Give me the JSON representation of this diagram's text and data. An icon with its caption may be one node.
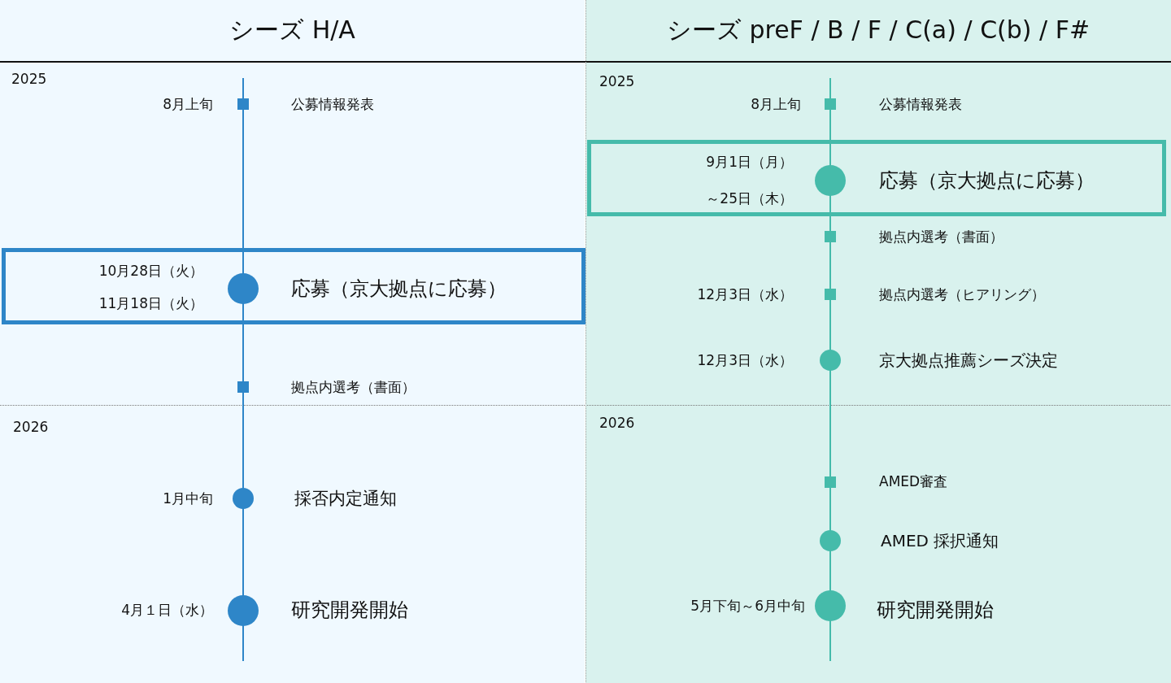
{
  "diagram": {
    "nodes": [
      {
        "text": [
          "シーズ H/A"
        ]
      },
      {
        "text": [
          "シーズ preF / B / F / C(a) / C(b) / F#"
        ]
      },
      {
        "text": [
          "10月28日（火）",
          "11月18日（火）",
          "応募（京大拠点に応募）"
        ],
        "in": 0
      },
      {
        "text": [
          "9月1日（月）",
          "～25日（木）",
          "応募（京大拠点に応募）"
        ],
        "in": 1
      }
    ],
    "labels": [
      "2025",
      "8月上旬",
      "公募情報発表",
      "拠点内選考（書面）",
      "2026",
      "1月中旬",
      "採否内定通知",
      "4月１日（水）",
      "研究開発開始",
      "2025",
      "8月上旬",
      "公募情報発表",
      "拠点内選考（書面）",
      "12月3日（水）",
      "拠点内選考（ヒアリング）",
      "12月3日（水）",
      "京大拠点推薦シーズ決定",
      "2026",
      "AMED審査",
      "AMED 採択通知",
      "5月下旬～6月中旬",
      "研究開発開始"
    ]
  }
}
